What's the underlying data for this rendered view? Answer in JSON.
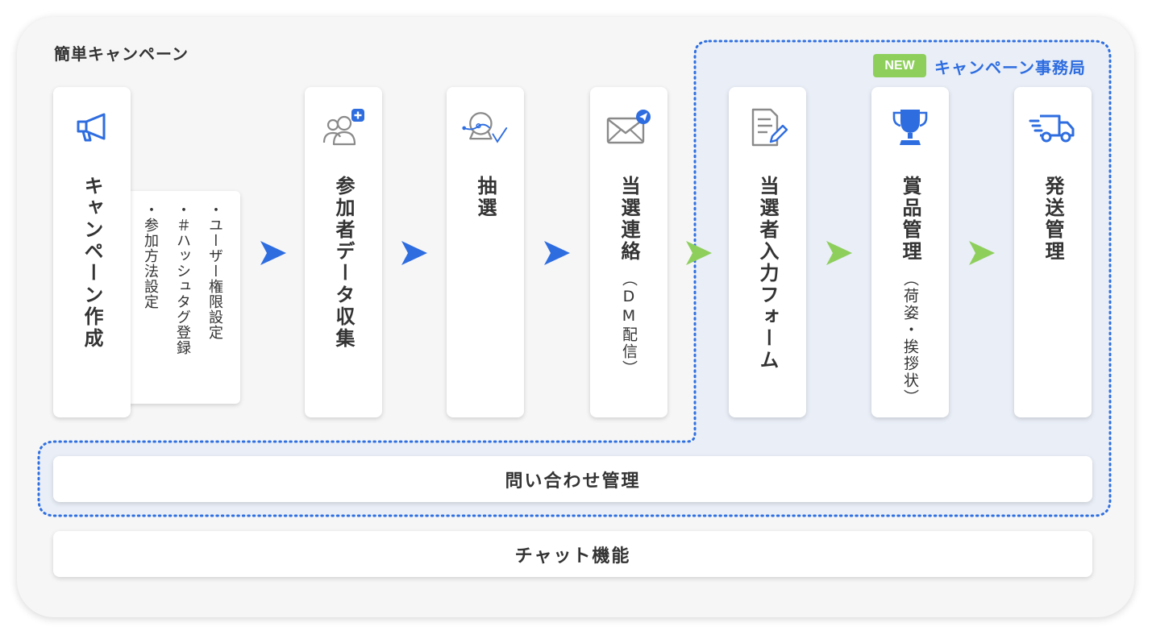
{
  "section_title": "簡単キャンペーン",
  "badge": {
    "label": "NEW",
    "title": "キャンペーン事務局"
  },
  "colors": {
    "blue_accent": "#2e6de0",
    "green_accent": "#8ecf5c",
    "dotted_border": "#2f6fe0",
    "zone_fill": "#e9eef7"
  },
  "cards": [
    {
      "icon": "megaphone-icon",
      "label": "キャンペーン作成"
    },
    {
      "icon": "add-users-icon",
      "label": "参加者データ収集"
    },
    {
      "icon": "lottery-icon",
      "label": "抽選"
    },
    {
      "icon": "mail-send-icon",
      "label": "当選連絡",
      "sub": "（DM配信）"
    },
    {
      "icon": "form-edit-icon",
      "label": "当選者入力フォーム"
    },
    {
      "icon": "trophy-icon",
      "label": "賞品管理",
      "sub": "（荷姿・挨拶状）"
    },
    {
      "icon": "delivery-truck-icon",
      "label": "発送管理"
    }
  ],
  "campaign_setup_items": [
    "・ユーザー権限設定",
    "・＃ハッシュタグ登録",
    "・参加方法設定"
  ],
  "bars": {
    "inquiry": "問い合わせ管理",
    "chat": "チャット機能"
  }
}
